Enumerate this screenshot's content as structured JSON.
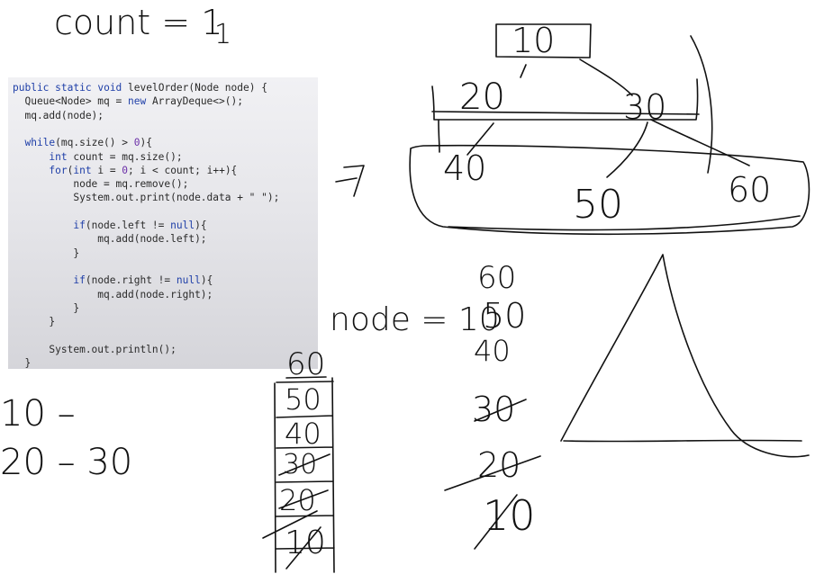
{
  "code": {
    "lines": [
      "public static void levelOrder(Node node) {",
      "  Queue<Node> mq = new ArrayDeque<>();",
      "  mq.add(node);",
      "",
      "  while(mq.size() > 0){",
      "      int count = mq.size();",
      "      for(int i = 0; i < count; i++){",
      "          node = mq.remove();",
      "          System.out.print(node.data + \" \");",
      "",
      "          if(node.left != null){",
      "              mq.add(node.left);",
      "          }",
      "",
      "          if(node.right != null){",
      "              mq.add(node.right);",
      "          }",
      "      }",
      "",
      "      System.out.println();",
      "  }"
    ],
    "keyword_color": "#1f3fa8",
    "number_color": "#6b2fa8",
    "text_color": "#2a2a2a"
  },
  "notes": {
    "count": "count = 1",
    "count_extra": "1",
    "node": "node = 10",
    "arrow": "→",
    "output_line1": "10 –",
    "output_line2": "20 – 30",
    "ink_color": "#111111"
  },
  "tree": {
    "root": "10",
    "level1": [
      "20",
      "30"
    ],
    "level2": [
      "40",
      "50",
      "60"
    ]
  },
  "queue_stack": [
    "60",
    "50",
    "40",
    "30",
    "20",
    "10"
  ],
  "output_stack": [
    "60",
    "50",
    "40",
    "30",
    "20",
    "10"
  ]
}
